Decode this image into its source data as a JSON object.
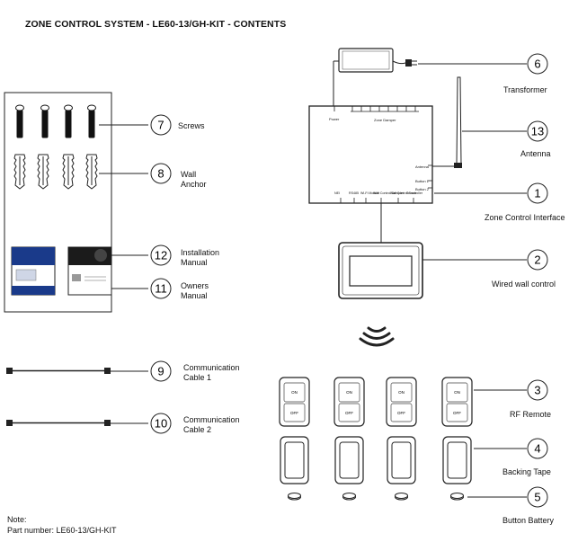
{
  "title": "ZONE CONTROL SYSTEM - LE60-13/GH-KIT - CONTENTS",
  "callouts": [
    {
      "num": "6",
      "label": "Transformer"
    },
    {
      "num": "13",
      "label": "Antenna"
    },
    {
      "num": "1",
      "label": "Zone Control Interface"
    },
    {
      "num": "2",
      "label": "Wired wall control"
    },
    {
      "num": "7",
      "label": "Screws"
    },
    {
      "num": "8",
      "label": "Wall Anchor"
    },
    {
      "num": "12",
      "label": "Installation Manual"
    },
    {
      "num": "11",
      "label": "Owners Manual"
    },
    {
      "num": "9",
      "label": "Communication Cable 1"
    },
    {
      "num": "10",
      "label": "Communication Cable 2"
    },
    {
      "num": "3",
      "label": "RF Remote"
    },
    {
      "num": "4",
      "label": "Backing Tape"
    },
    {
      "num": "5",
      "label": "Button Battery"
    }
  ],
  "interface_board": {
    "power": "Power",
    "zone_damper": "Zone Damper",
    "antenna": "Antenna",
    "button1": "Button 1",
    "button2": "Button 2",
    "bottom_ports": [
      "NEI",
      "RS485",
      "Wi-Fi Module",
      "Wall Control Sampler",
      "Wall Control Controller",
      "Sensor"
    ]
  },
  "remote": {
    "on": "ON",
    "off": "OFF"
  },
  "note": {
    "heading": "Note:",
    "part_number": "Part number: LE60-13/GH-KIT"
  }
}
